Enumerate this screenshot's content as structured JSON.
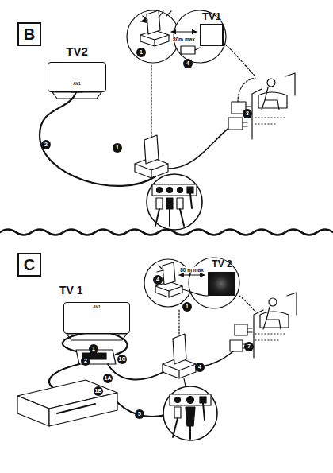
{
  "diagram": {
    "nodes": [
      {
        "text": [
          "B"
        ]
      },
      {
        "text": [
          "TV1"
        ]
      },
      {
        "text": [
          "TV2",
          "AV1"
        ]
      },
      {
        "text": [
          "C"
        ]
      },
      {
        "text": [
          "TV 2"
        ]
      },
      {
        "text": [
          "TV 1",
          "AV1"
        ]
      }
    ],
    "labels": [
      "80m max",
      "1",
      "4",
      "3",
      "2",
      "1",
      "80 m max",
      "4",
      "1",
      "7",
      "1",
      "2",
      "1C",
      "4",
      "1A",
      "1B",
      "5"
    ]
  }
}
